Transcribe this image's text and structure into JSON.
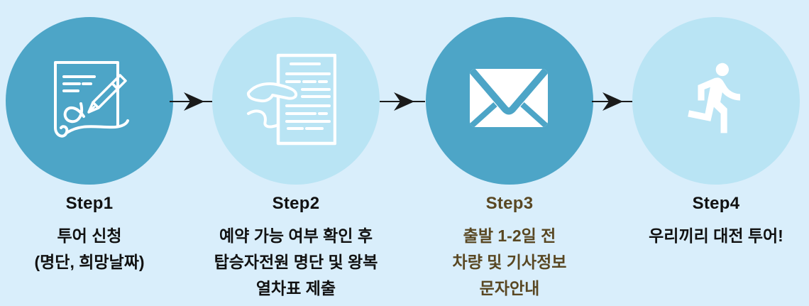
{
  "figure": {
    "type": "process-flow",
    "background_color": "#d9eefb",
    "arrow_color": "#1a1a1a",
    "circle_dark_color": "#4da5c7",
    "circle_light_color": "#b9e4f4",
    "icon_color": "#ffffff",
    "steps": [
      {
        "label": "Step1",
        "icon": "signature-document-icon",
        "circle_color": "#4da5c7",
        "label_color": "#111111",
        "text_color": "#111111",
        "lines": [
          "투어 신청",
          "(명단, 희망날짜)"
        ]
      },
      {
        "label": "Step2",
        "icon": "hand-document-icon",
        "circle_color": "#b9e4f4",
        "label_color": "#111111",
        "text_color": "#111111",
        "lines": [
          "예약 가능 여부 확인 후",
          "탑승자전원 명단 및 왕복",
          "열차표 제출"
        ]
      },
      {
        "label": "Step3",
        "icon": "envelope-icon",
        "circle_color": "#4da5c7",
        "label_color": "#594722",
        "text_color": "#594722",
        "lines": [
          "출발 1-2일 전",
          "차량 및 기사정보",
          "문자안내"
        ]
      },
      {
        "label": "Step4",
        "icon": "running-person-icon",
        "circle_color": "#b9e4f4",
        "label_color": "#111111",
        "text_color": "#111111",
        "lines": [
          "우리끼리 대전 투어!"
        ]
      }
    ]
  }
}
